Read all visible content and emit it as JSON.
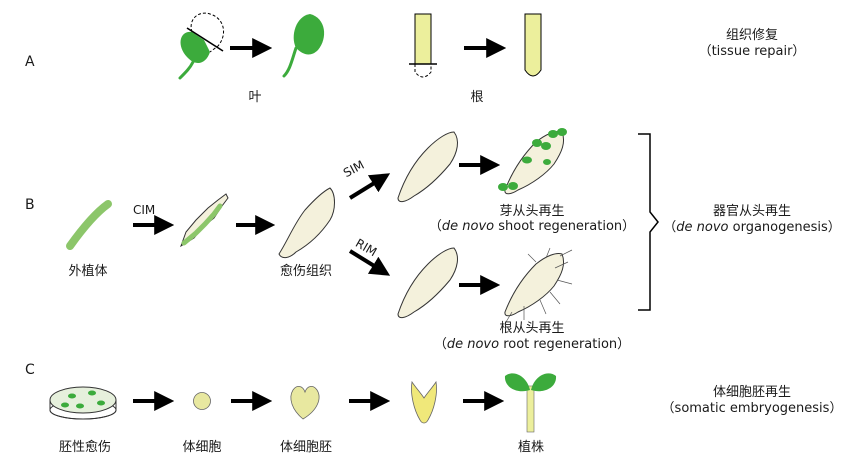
{
  "panels": {
    "A": {
      "label": "A",
      "leaf_label": "叶",
      "root_label": "根",
      "title_cn": "组织修复",
      "title_en": "（tissue repair）"
    },
    "B": {
      "label": "B",
      "explant_label": "外植体",
      "cim_label": "CIM",
      "callus_label": "愈伤组织",
      "sim_label": "SIM",
      "rim_label": "RIM",
      "shoot_cn": "芽从头再生",
      "shoot_en_open": "（",
      "shoot_en_italic": "de novo",
      "shoot_en_rest": " shoot regeneration）",
      "root_cn": "根从头再生",
      "root_en_open": "（",
      "root_en_italic": "de novo",
      "root_en_rest": " root regeneration）",
      "organo_cn": "器官从头再生",
      "organo_en_open": "（",
      "organo_en_italic": "de novo",
      "organo_en_rest": " organogenesis）"
    },
    "C": {
      "label": "C",
      "step1_label": "胚性愈伤",
      "step2_label": "体细胞",
      "step3_label": "体细胞胚",
      "step5_label": "植株",
      "title_cn": "体细胞胚再生",
      "title_en": "（somatic embryogenesis）"
    }
  },
  "colors": {
    "green": "#3cab3c",
    "light_green": "#8cc66a",
    "callus_fill": "#f4f1dc",
    "root_fill": "#ecef9c",
    "embryo_fill": "#e8e8a0"
  }
}
